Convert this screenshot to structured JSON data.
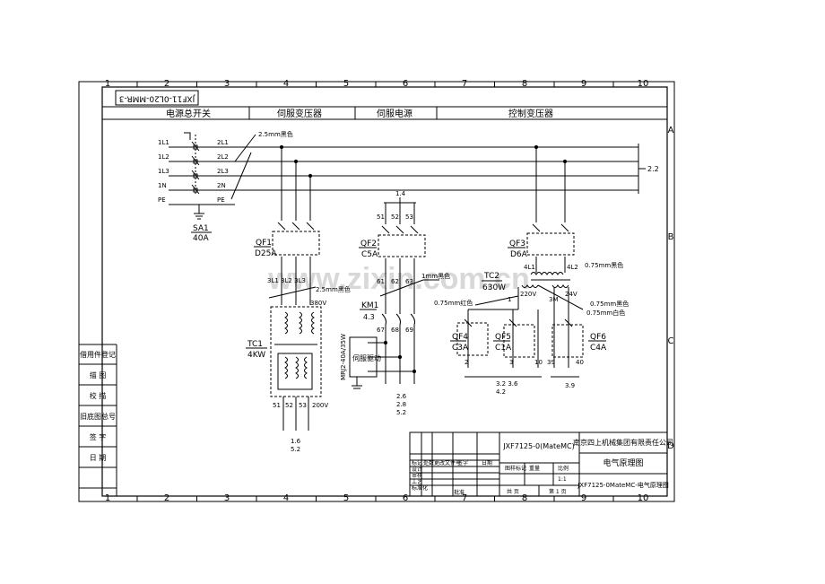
{
  "grid": {
    "columns": [
      "1",
      "2",
      "3",
      "4",
      "5",
      "6",
      "7",
      "8",
      "9",
      "10"
    ],
    "rows": [
      "A",
      "B",
      "C",
      "D"
    ]
  },
  "drawing_code_rotated": "JXF11-0L20-MMR-3",
  "sections": [
    "电源总开关",
    "伺服变压器",
    "伺服电源",
    "控制变压器"
  ],
  "bus": {
    "inputs": [
      "1L1",
      "1L2",
      "1L3",
      "1N",
      "PE"
    ],
    "outputs": [
      "2L1",
      "2L2",
      "2L3",
      "2N",
      "PE"
    ],
    "wire_note": "2.5mm黑色",
    "ref": "2.2"
  },
  "sa1": {
    "name": "SA1",
    "rating": "40A"
  },
  "qf1": {
    "name": "QF1",
    "rating": "D25A",
    "out_terms": "3L1 3L2 3L3"
  },
  "tc1": {
    "name": "TC1",
    "rating": "4KW",
    "primary": "380V",
    "secondary": "200V",
    "sec_terms": [
      "51",
      "52",
      "53"
    ],
    "wire_note": "2.5mm黑色",
    "refs": [
      "1.6",
      "5.2"
    ]
  },
  "qf2": {
    "name": "QF2",
    "rating": "C5A",
    "in_terms": [
      "51",
      "52",
      "53"
    ],
    "top_ref": "1.4",
    "out_terms": [
      "61",
      "62",
      "63"
    ],
    "wire_note": "1mm黑色"
  },
  "km1": {
    "name": "KM1",
    "ref": "4.3",
    "out_terms": [
      "67",
      "68",
      "69"
    ],
    "refs": [
      "2.6",
      "2.8",
      "5.2"
    ]
  },
  "servo_drive": {
    "label": "伺服驱动",
    "rotated_text": "MRJ2-40A/35W"
  },
  "qf3": {
    "name": "QF3",
    "rating": "D6A",
    "out_left": "4L1",
    "out_right": "4L2",
    "wire_note": "0.75mm黑色"
  },
  "tc2": {
    "name": "TC2",
    "rating": "630W",
    "v1": "220V",
    "v2": "24V",
    "t1": "1",
    "t2": "3M",
    "wire_a": "0.75mm红色",
    "wire_b": "0.75mm黑色",
    "wire_c": "0.75mm白色"
  },
  "qf4": {
    "name": "QF4",
    "rating": "C3A",
    "term": "2"
  },
  "qf5": {
    "name": "QF5",
    "rating": "C1A",
    "term": "3",
    "extra": "10",
    "refs": [
      "3.2 3.6",
      "4.2"
    ]
  },
  "qf6": {
    "name": "QF6",
    "rating": "C4A",
    "term_a": "39",
    "term_b": "40",
    "ref": "3.9"
  },
  "left_block": [
    "借用件登记",
    "描 图",
    "校 描",
    "旧底图总号",
    "签 字",
    "日 期"
  ],
  "title_block": {
    "company": "南京四上机械集团有限责任公司",
    "drawing_title": "电气原理图",
    "project": "JXF7125-0(MateMC)",
    "drawing_no": "JXF7125-0MateMC-电气原理图",
    "row_labels": [
      "标记",
      "处数",
      "更改文件号",
      "签字",
      "日期"
    ],
    "role_labels": [
      "设计",
      "审核",
      "工艺",
      "标准化",
      "批准"
    ],
    "scale_labels": [
      "图样标记",
      "重量",
      "比例"
    ],
    "scale_value": "1:1",
    "sheet_total": "共 页",
    "sheet_no": "第 1 页"
  },
  "watermark": "www.zixin.com.cn"
}
